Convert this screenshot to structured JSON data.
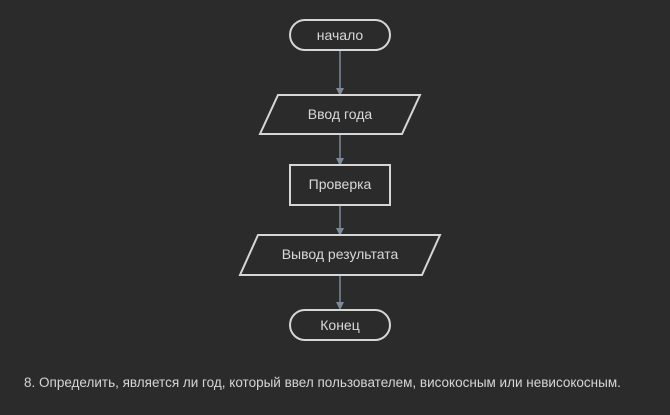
{
  "flowchart": {
    "start_label": "начало",
    "input_label": "Ввод года",
    "process_label": "Проверка",
    "output_label": "Вывод результата",
    "end_label": "Конец"
  },
  "colors": {
    "background": "#2b2b2b",
    "shape_stroke": "#d6d6d6",
    "arrow": "#7d8a99",
    "text": "#d9d9d9"
  },
  "caption": "8. Определить, является ли год, который ввел пользователем, високосным или невисокосным."
}
